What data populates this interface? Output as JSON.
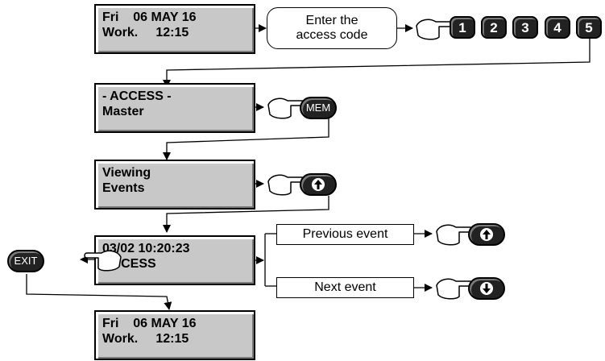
{
  "screens": {
    "home_top": {
      "line1": "Fri    06 MAY 16",
      "line2": "Work.     12:15"
    },
    "access": {
      "line1": "- ACCESS -",
      "line2": "Master"
    },
    "viewing": {
      "line1": "Viewing",
      "line2": "Events"
    },
    "event": {
      "line1": "03/02 10:20:23",
      "line2": "ACCESS"
    },
    "home_bottom": {
      "line1": "Fri    06 MAY 16",
      "line2": "Work.     12:15"
    }
  },
  "boxes": {
    "enter_code": {
      "line1": "Enter the",
      "line2": "access code"
    },
    "previous_event": "Previous event",
    "next_event": "Next event"
  },
  "keys": {
    "digits": [
      "1",
      "2",
      "3",
      "4",
      "5"
    ],
    "mem": "MEM",
    "exit": "EXIT",
    "up_icon": "arrow-up-icon",
    "down_icon": "arrow-down-icon",
    "hand_icon": "pointing-hand-icon"
  }
}
